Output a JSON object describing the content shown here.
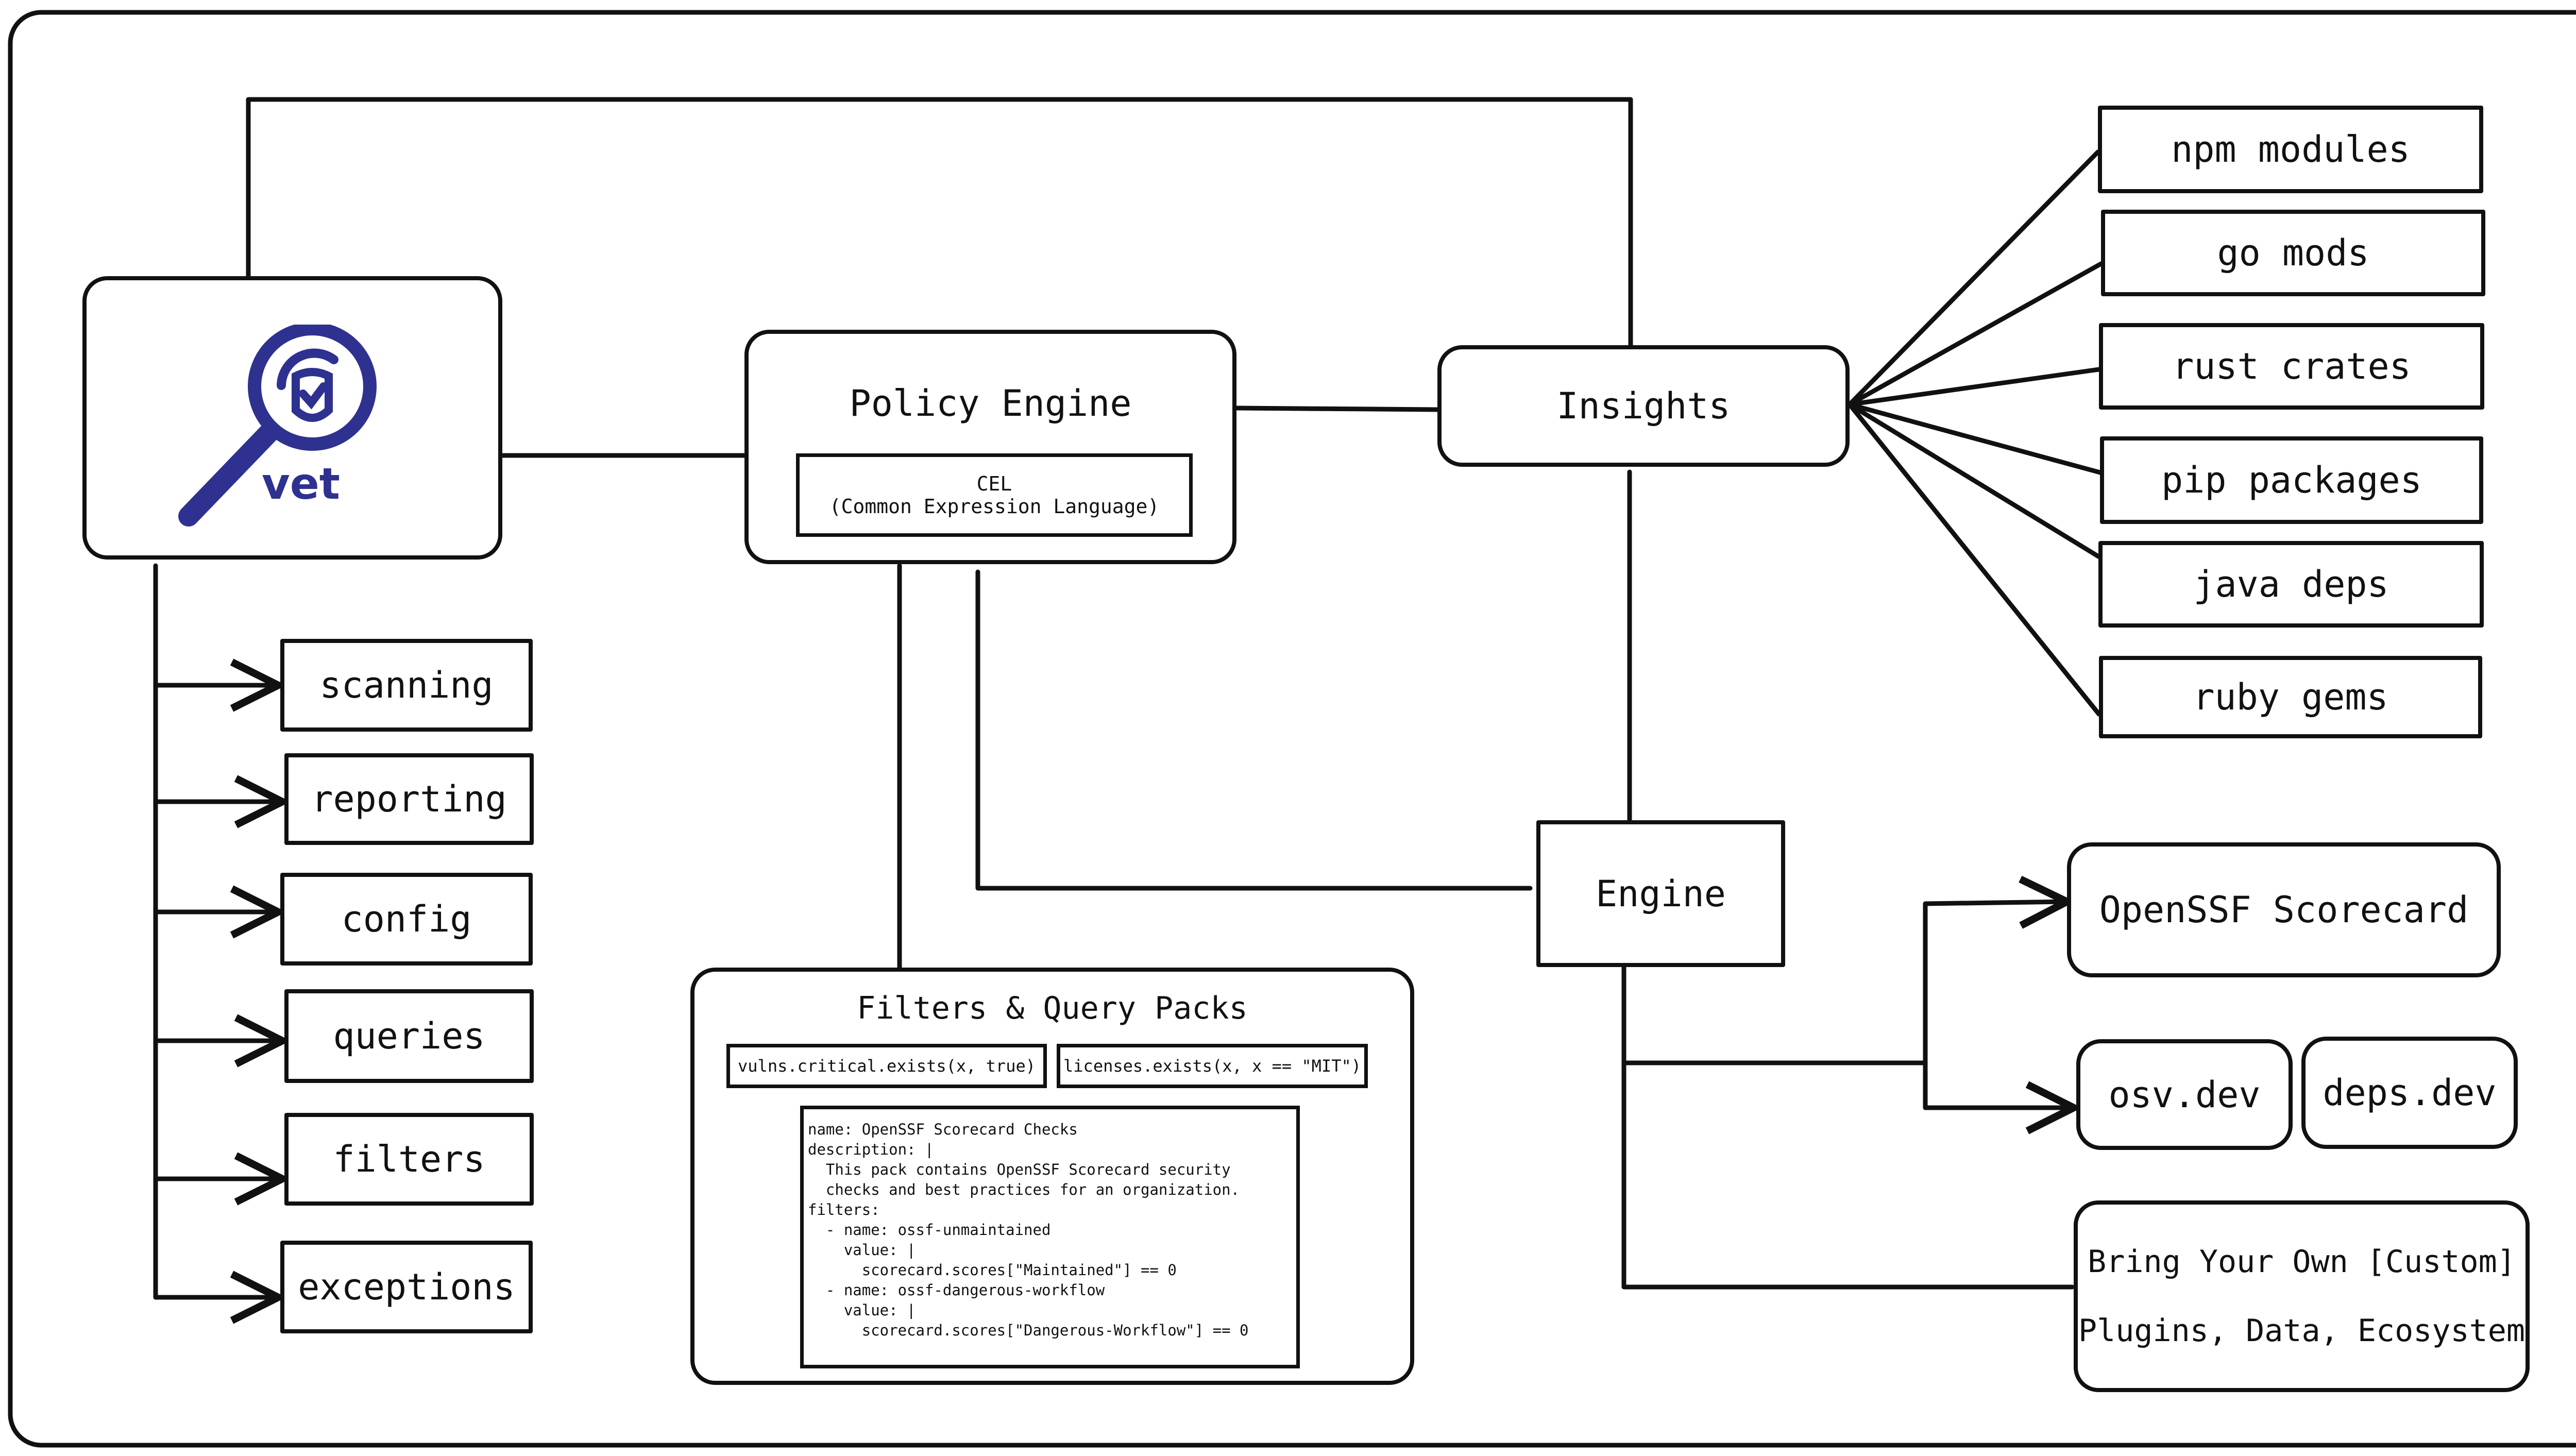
{
  "logo": {
    "name": "vet",
    "color": "#2f3190"
  },
  "vet_features": [
    "scanning",
    "reporting",
    "config",
    "queries",
    "filters",
    "exceptions"
  ],
  "policy_engine": {
    "title": "Policy Engine",
    "cel_line1": "CEL",
    "cel_line2": "(Common Expression Language)"
  },
  "insights": {
    "title": "Insights"
  },
  "ecosystems": [
    "npm modules",
    "go mods",
    "rust crates",
    "pip packages",
    "java deps",
    "ruby gems"
  ],
  "engine": {
    "title": "Engine"
  },
  "data_sources": {
    "scorecard": "OpenSSF Scorecard",
    "osv": "osv.dev",
    "deps": "deps.dev",
    "custom_line1": "Bring Your Own [Custom]",
    "custom_line2": "Plugins, Data, Ecosystem"
  },
  "filters_packs": {
    "title": "Filters & Query Packs",
    "example1": "vulns.critical.exists(x, true)",
    "example2": "licenses.exists(x, x == \"MIT\")",
    "code_lines": [
      "name: OpenSSF Scorecard Checks",
      "description: |",
      "  This pack contains OpenSSF Scorecard security",
      "  checks and best practices for an organization.",
      "filters:",
      "  - name: ossf-unmaintained",
      "    value: |",
      "      scorecard.scores[\"Maintained\"] == 0",
      "  - name: ossf-dangerous-workflow",
      "    value: |",
      "      scorecard.scores[\"Dangerous-Workflow\"] == 0"
    ]
  }
}
